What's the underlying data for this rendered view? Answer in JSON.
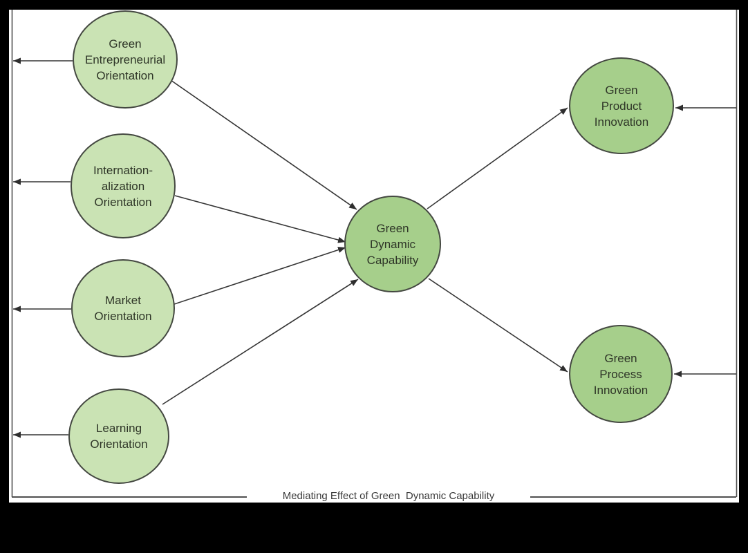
{
  "canvas": {
    "footer_label": "Mediating Effect of Green  Dynamic Capability",
    "colors": {
      "background": "#000000",
      "slide": "#ffffff",
      "antecedent_node_fill": "#cae3b4",
      "mediator_node_fill": "#a6cf8b",
      "outcome_node_fill": "#a6cf8b",
      "node_border": "#444841",
      "arrow": "#363636",
      "frame_line": "#4f4f4f",
      "node_text": "#2e3527",
      "footer_text": "#3a3a3a"
    },
    "nodes": {
      "green_entrepreneurial_orientation": {
        "label": "Green\nEntrepreneurial\nOrientation"
      },
      "internationalization_orientation": {
        "label": "Internation-\nalization\nOrientation"
      },
      "market_orientation": {
        "label": "Market\nOrientation"
      },
      "learning_orientation": {
        "label": "Learning\nOrientation"
      },
      "green_dynamic_capability": {
        "label": "Green\nDynamic\nCapability"
      },
      "green_product_innovation": {
        "label": "Green\nProduct\nInnovation"
      },
      "green_process_innovation": {
        "label": "Green\nProcess\nInnovation"
      }
    },
    "edges": [
      {
        "from": "green_entrepreneurial_orientation",
        "to": "frame-left"
      },
      {
        "from": "internationalization_orientation",
        "to": "frame-left"
      },
      {
        "from": "market_orientation",
        "to": "frame-left"
      },
      {
        "from": "learning_orientation",
        "to": "frame-left"
      },
      {
        "from": "green_entrepreneurial_orientation",
        "to": "green_dynamic_capability"
      },
      {
        "from": "internationalization_orientation",
        "to": "green_dynamic_capability"
      },
      {
        "from": "market_orientation",
        "to": "green_dynamic_capability"
      },
      {
        "from": "learning_orientation",
        "to": "green_dynamic_capability"
      },
      {
        "from": "green_dynamic_capability",
        "to": "green_product_innovation"
      },
      {
        "from": "green_dynamic_capability",
        "to": "green_process_innovation"
      },
      {
        "from": "frame-right",
        "to": "green_product_innovation"
      },
      {
        "from": "frame-right",
        "to": "green_process_innovation"
      }
    ]
  }
}
